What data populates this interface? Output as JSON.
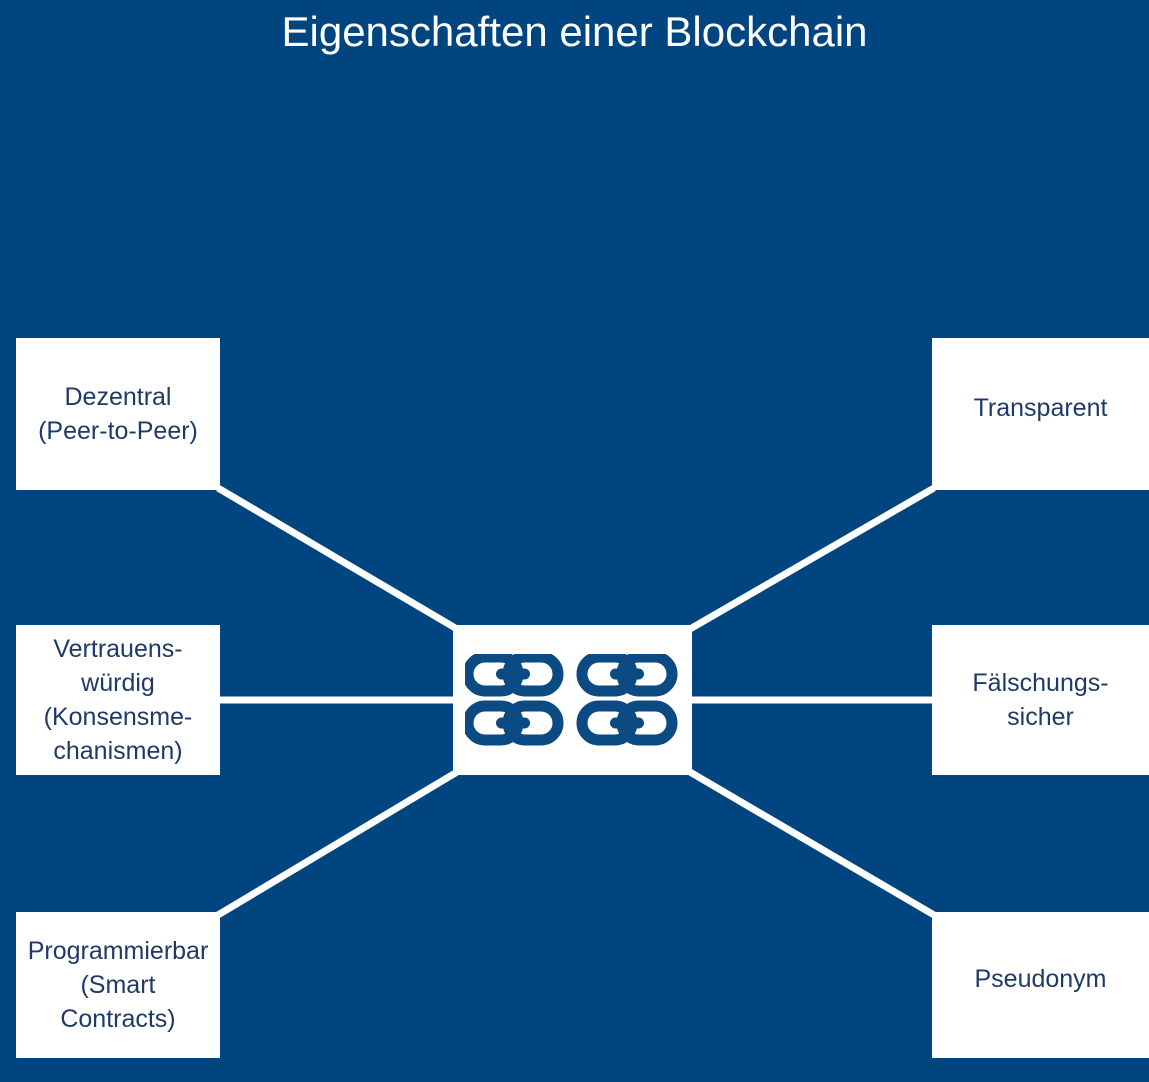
{
  "diagram": {
    "title": "Eigenschaften einer Blockchain",
    "colors": {
      "background": "#00457f",
      "box_fill": "#ffffff",
      "box_text": "#1f3a68",
      "title_text": "#ffffff",
      "connector": "#ffffff",
      "icon": "#0b4a82"
    },
    "center": {
      "icon_name": "blockchain-chain-links-icon",
      "icon_description": "Four pairs of interlocking chain links arranged in a 2 by 2 grid"
    },
    "nodes": [
      {
        "id": "dezentral",
        "side": "left",
        "row": 1,
        "lines": [
          "Dezentral",
          "(Peer-to-Peer)"
        ]
      },
      {
        "id": "vertrauen",
        "side": "left",
        "row": 2,
        "lines": [
          "Vertrauens-",
          "würdig",
          "(Konsensme-",
          "chanismen)"
        ]
      },
      {
        "id": "programmierbar",
        "side": "left",
        "row": 3,
        "lines": [
          "Programmierbar",
          "(Smart",
          "Contracts)"
        ]
      },
      {
        "id": "transparent",
        "side": "right",
        "row": 1,
        "lines": [
          "Transparent"
        ]
      },
      {
        "id": "faelschung",
        "side": "right",
        "row": 2,
        "lines": [
          "Fälschungs-",
          "sicher"
        ]
      },
      {
        "id": "pseudonym",
        "side": "right",
        "row": 3,
        "lines": [
          "Pseudonym"
        ]
      }
    ],
    "labels": {
      "dezentral_l1": "Dezentral",
      "dezentral_l2": "(Peer-to-Peer)",
      "vertrauen_l1": "Vertrauens-",
      "vertrauen_l2": "würdig",
      "vertrauen_l3": "(Konsensme-",
      "vertrauen_l4": "chanismen)",
      "programmierbar_l1": "Programmierbar",
      "programmierbar_l2": "(Smart",
      "programmierbar_l3": "Contracts)",
      "transparent_l1": "Transparent",
      "faelschung_l1": "Fälschungs-",
      "faelschung_l2": "sicher",
      "pseudonym_l1": "Pseudonym"
    },
    "connectors": [
      {
        "name": "connector-dezentral",
        "from": "dezentral",
        "to": "center",
        "type": "diagonal"
      },
      {
        "name": "connector-vertrauen",
        "from": "vertrauen",
        "to": "center",
        "type": "horizontal"
      },
      {
        "name": "connector-programmierbar",
        "from": "programmierbar",
        "to": "center",
        "type": "diagonal"
      },
      {
        "name": "connector-transparent",
        "from": "transparent",
        "to": "center",
        "type": "diagonal"
      },
      {
        "name": "connector-faelschung",
        "from": "faelschung",
        "to": "center",
        "type": "horizontal"
      },
      {
        "name": "connector-pseudonym",
        "from": "pseudonym",
        "to": "center",
        "type": "diagonal"
      }
    ]
  }
}
